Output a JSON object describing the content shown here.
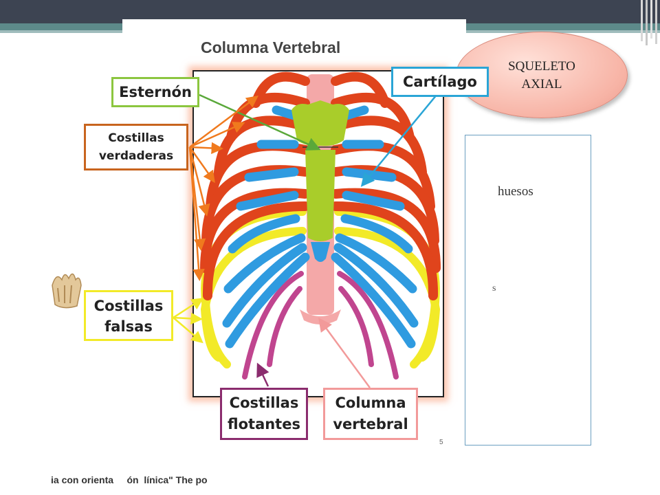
{
  "oval": {
    "text_line1": "SQUELETO",
    "text_line2": "AXIAL"
  },
  "diagram": {
    "title": "Columna Vertebral",
    "labels": {
      "esternon": "Esternón",
      "cartilago": "Cartílago",
      "verdaderas_line1": "Costillas",
      "verdaderas_line2": "verdaderas",
      "falsas_line1": "Costillas",
      "falsas_line2": "falsas",
      "flotantes_line1": "Costillas",
      "flotantes_line2": "flotantes",
      "columna_line1": "Columna",
      "columna_line2": "vertebral"
    },
    "colors": {
      "true_ribs": "#e0441c",
      "false_ribs": "#f2ea28",
      "floating_ribs": "#c0458f",
      "cartilage": "#2f9be0",
      "sternum": "#a9cd2a",
      "spine": "#f4a8a8",
      "esternon_border": "#8cc63f",
      "cartilago_border": "#2aa5d6",
      "verdaderas_border": "#c8641e",
      "falsas_border": "#f2ea28",
      "flotantes_border": "#8b2c6e",
      "columna_border": "#f29a9a"
    }
  },
  "side_panel": {
    "text": "huesos",
    "fragment": "s",
    "page_number": "5"
  },
  "caption": "ia con orienta     ón  línica\" The po"
}
